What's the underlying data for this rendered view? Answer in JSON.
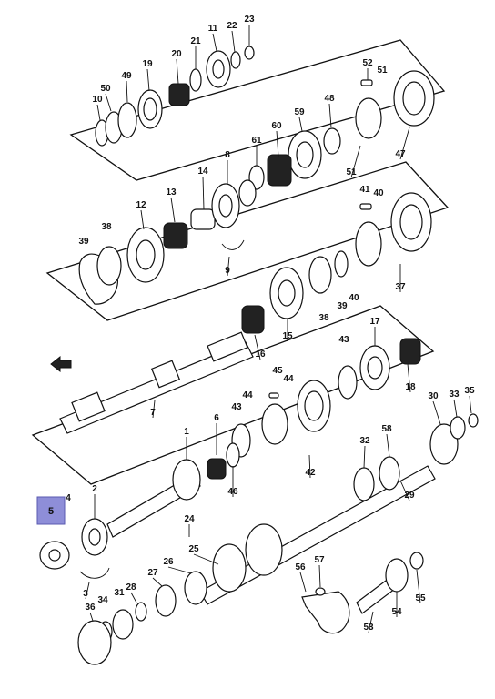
{
  "highlight": {
    "label": "5"
  },
  "labels": [
    "1",
    "2",
    "3",
    "4",
    "5",
    "6",
    "7",
    "8",
    "9",
    "10",
    "11",
    "12",
    "13",
    "14",
    "15",
    "16",
    "17",
    "18",
    "19",
    "20",
    "21",
    "22",
    "23",
    "24",
    "25",
    "26",
    "27",
    "28",
    "29",
    "30",
    "31",
    "32",
    "33",
    "34",
    "35",
    "36",
    "37",
    "38",
    "39",
    "40",
    "41",
    "42",
    "43",
    "44",
    "45",
    "46",
    "47",
    "48",
    "49",
    "50",
    "51",
    "52",
    "53",
    "54",
    "55",
    "56",
    "57",
    "58",
    "59",
    "60",
    "61"
  ],
  "colors": {
    "highlight": "#8e8ed8",
    "ink": "#111111"
  }
}
